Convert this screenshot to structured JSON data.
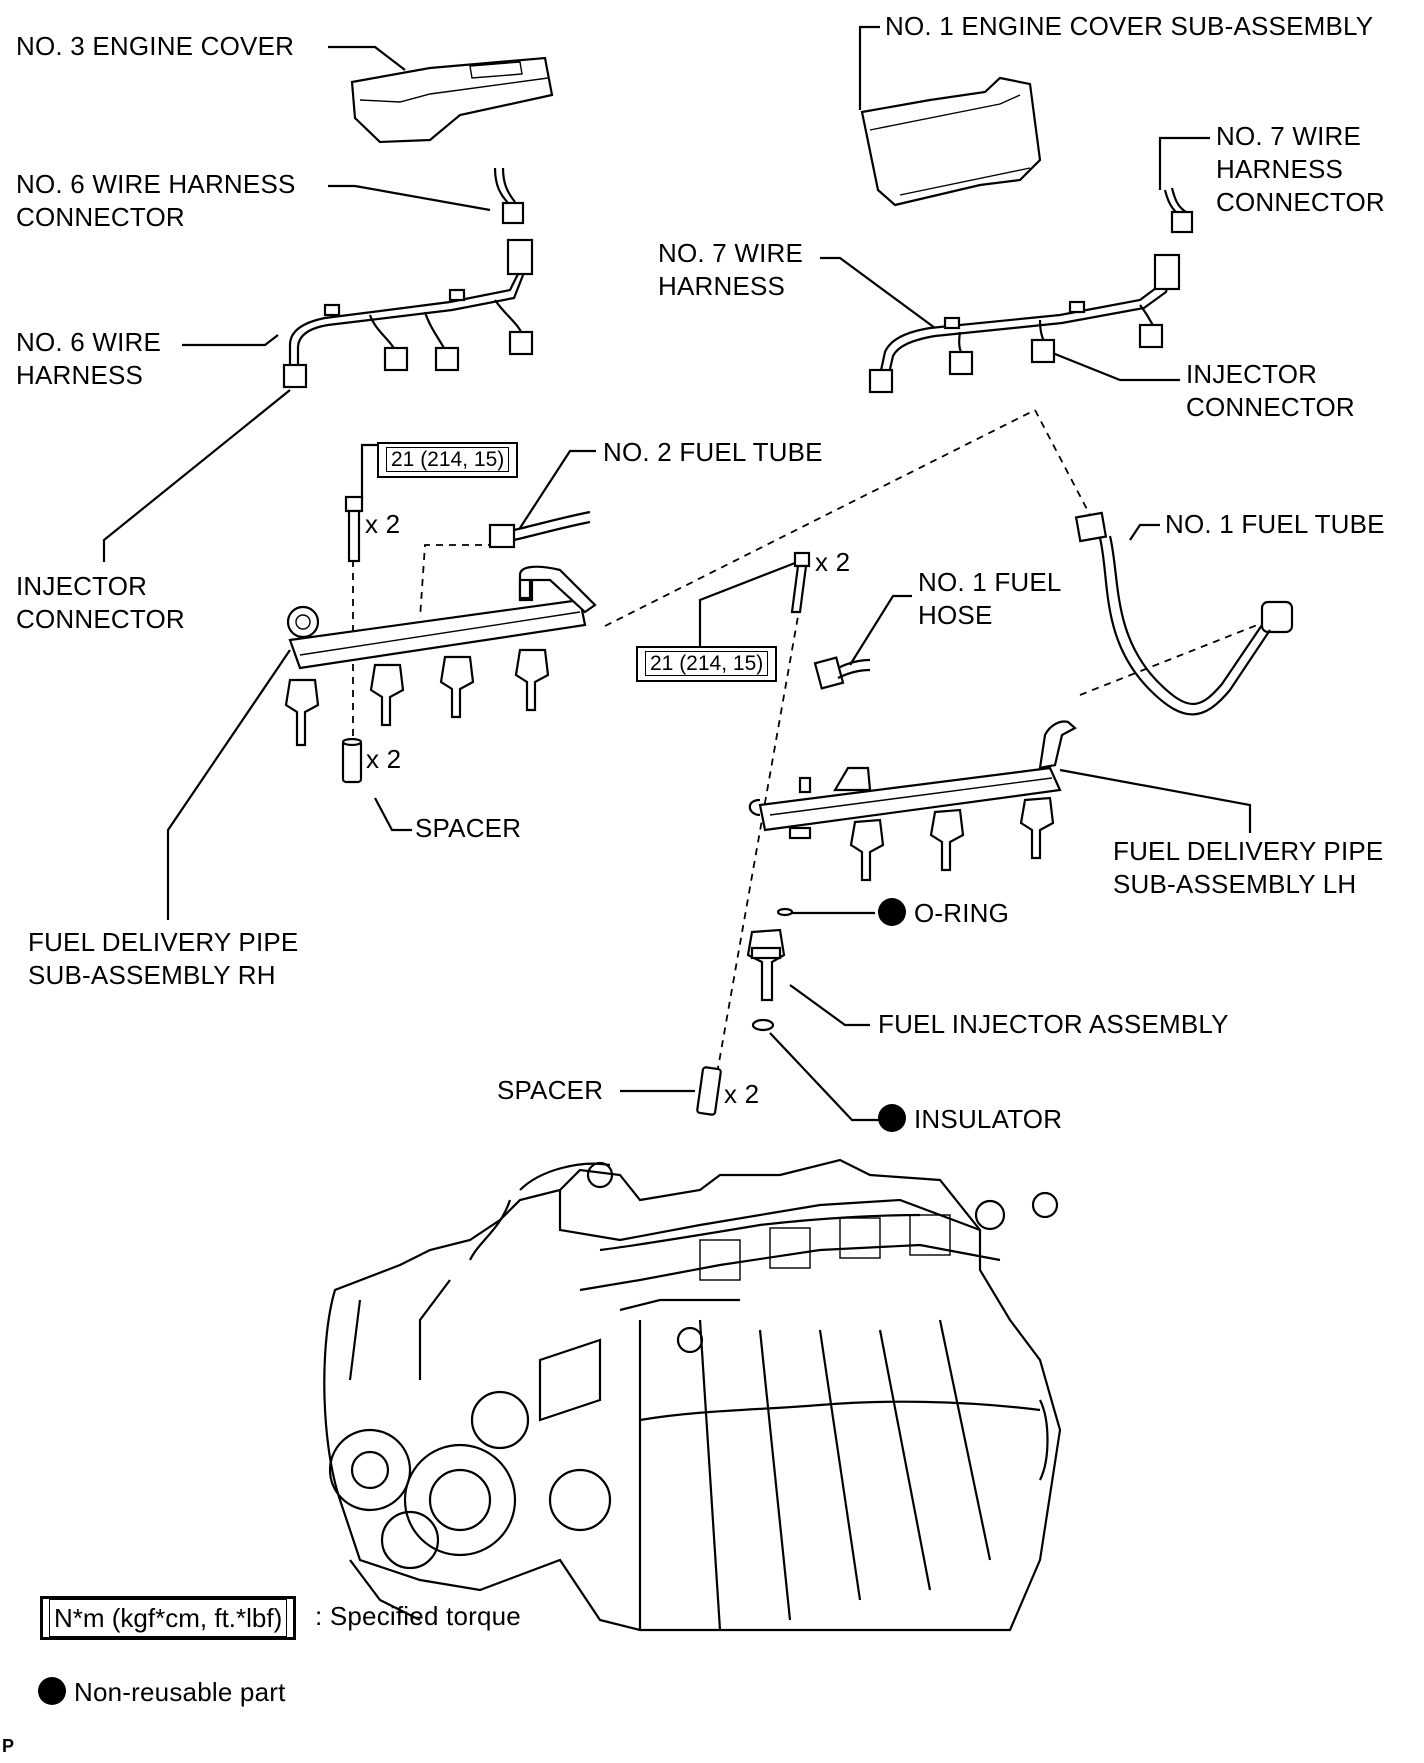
{
  "labels": {
    "no3_engine_cover": "NO. 3 ENGINE COVER",
    "no1_engine_cover": "NO. 1 ENGINE COVER SUB-ASSEMBLY",
    "no6_wire_harness_connector": "NO. 6 WIRE HARNESS\nCONNECTOR",
    "no7_wire_harness_connector": "NO. 7 WIRE\nHARNESS\nCONNECTOR",
    "no7_wire_harness": "NO. 7 WIRE\nHARNESS",
    "no6_wire_harness": "NO. 6 WIRE\nHARNESS",
    "injector_connector_lh": "INJECTOR\nCONNECTOR",
    "injector_connector_rh": "INJECTOR\nCONNECTOR",
    "no2_fuel_tube": "NO. 2 FUEL TUBE",
    "no1_fuel_tube": "NO. 1 FUEL TUBE",
    "no1_fuel_hose": "NO. 1 FUEL\nHOSE",
    "spacer_rh": "SPACER",
    "spacer_lh": "SPACER",
    "fuel_delivery_pipe_lh": "FUEL DELIVERY PIPE\nSUB-ASSEMBLY LH",
    "fuel_delivery_pipe_rh": "FUEL DELIVERY PIPE\nSUB-ASSEMBLY RH",
    "o_ring": "O-RING",
    "fuel_injector_assembly": "FUEL INJECTOR ASSEMBLY",
    "insulator": "INSULATOR"
  },
  "quantities": {
    "bolt_rh": "x 2",
    "spacer_rh": "x 2",
    "bolt_lh": "x 2",
    "spacer_lh": "x 2"
  },
  "torque": {
    "rh": "21 (214, 15)",
    "lh": "21 (214, 15)"
  },
  "legend": {
    "torque_box": "N*m (kgf*cm, ft.*lbf)",
    "torque_text": ": Specified torque",
    "nonreusable_text": "Non-reusable part"
  },
  "corner_mark": "P"
}
